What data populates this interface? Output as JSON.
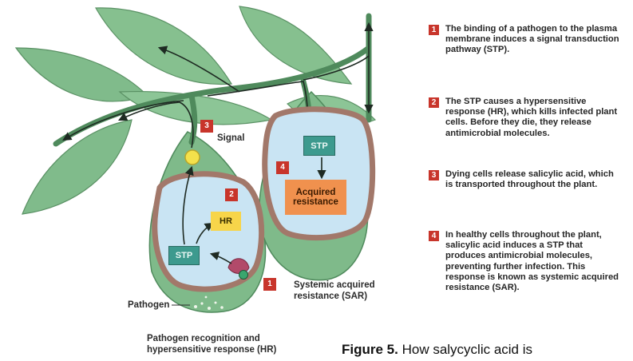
{
  "diagram": {
    "steps": [
      {
        "number": "1",
        "text": "The binding of a pathogen to the plasma membrane induces a signal transduction pathway (STP)."
      },
      {
        "number": "2",
        "text": "The STP causes a hypersensitive response (HR), which kills infected plant cells. Before they die, they release antimicrobial molecules."
      },
      {
        "number": "3",
        "text": "Dying cells release salicylic acid, which is transported throughout the plant."
      },
      {
        "number": "4",
        "text": "In healthy cells throughout the plant, salicylic acid induces a STP that produces antimicrobial molecules, preventing further infection. This response is known as systemic acquired resistance (SAR)."
      }
    ],
    "labels": {
      "signal": "Signal",
      "pathogen": "Pathogen",
      "sar": "Systemic acquired resistance (SAR)",
      "hr_section": "Pathogen recognition and hypersensitive response (HR)"
    },
    "boxes": {
      "stp_left": "STP",
      "hr": "HR",
      "stp_right": "STP",
      "acquired": "Acquired resistance"
    },
    "badges": {
      "b1": "1",
      "b2": "2",
      "b3": "3",
      "b4": "4"
    },
    "colors": {
      "leaf": "#7fba8a",
      "leaf_dark": "#4f8a5c",
      "cell_wall": "#a2786a",
      "cytoplasm": "#c9e4f3",
      "stp_box": "#3d9a8e",
      "hr_box": "#f7d54a",
      "acquired_box": "#f0914e",
      "badge": "#c8352b",
      "signal": "#f3e14b",
      "pathogen": "#b24a6a"
    }
  },
  "caption": {
    "bold": "Figure 5.",
    "text": " How salycyclic acid is"
  }
}
